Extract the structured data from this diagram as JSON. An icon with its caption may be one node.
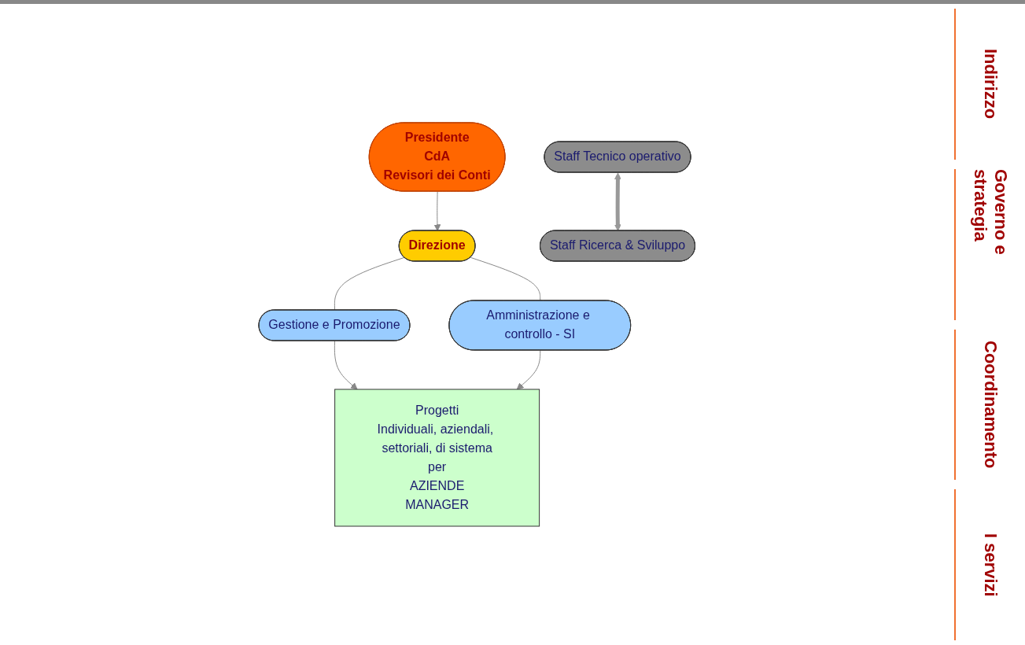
{
  "diagram": {
    "nodes": [
      {
        "text": [
          "Presidente",
          "CdA",
          "Revisori dei Conti"
        ]
      },
      {
        "text": [
          "Direzione"
        ]
      },
      {
        "text": [
          "Staff Tecnico operativo"
        ]
      },
      {
        "text": [
          "Staff Ricerca & Sviluppo"
        ]
      },
      {
        "text": [
          "Gestione e Promozione"
        ]
      },
      {
        "text": [
          "Amministrazione e controllo - SI"
        ]
      },
      {
        "text": [
          "Progetti",
          "Individuali, aziendali, settoriali, di sistema",
          "per",
          "AZIENDE",
          "MANAGER"
        ]
      }
    ],
    "edges": [
      {
        "from": 0,
        "to": 1,
        "arrow": "to"
      },
      {
        "from": 2,
        "to": 3,
        "arrow": "both",
        "style": "thick"
      },
      {
        "from": 1,
        "to": 4,
        "arrow": "none"
      },
      {
        "from": 1,
        "to": 5,
        "arrow": "none"
      },
      {
        "from": 4,
        "to": 6,
        "arrow": "to"
      },
      {
        "from": 5,
        "to": 6,
        "arrow": "to"
      }
    ],
    "labels": [
      "Indirizzo",
      "Governo e strategia",
      "Coordinamento",
      "I servizi"
    ]
  }
}
